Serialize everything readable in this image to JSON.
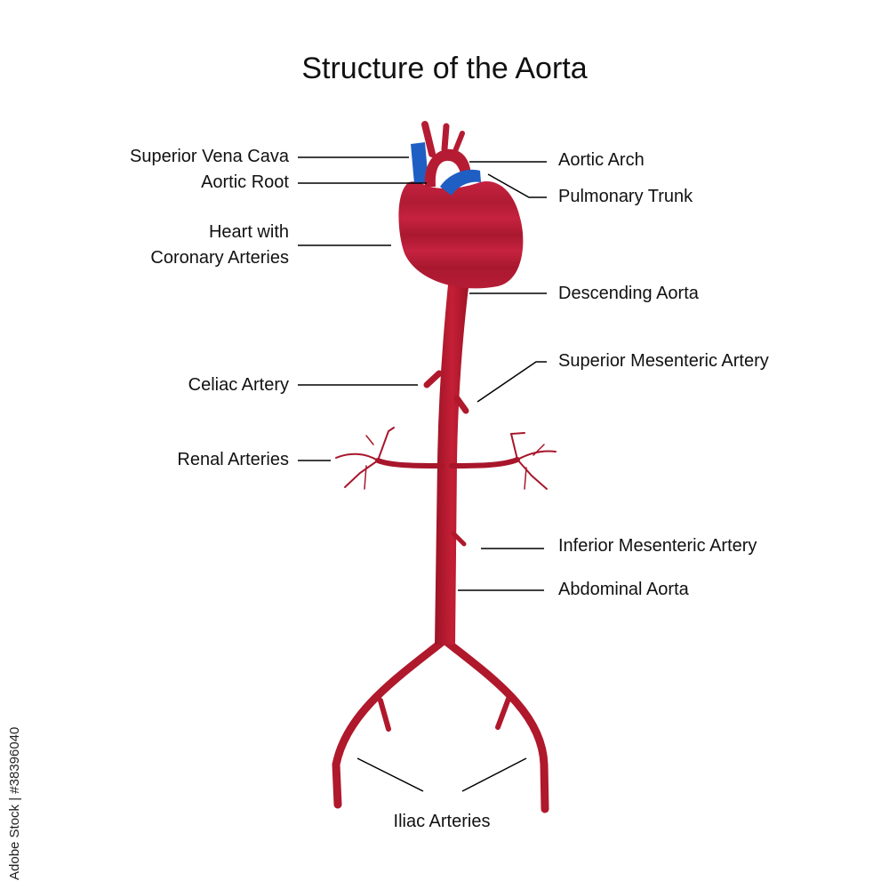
{
  "title": "Structure of the Aorta",
  "labels": {
    "superior_vena_cava": "Superior Vena Cava",
    "aortic_root": "Aortic Root",
    "heart_line1": "Heart with",
    "heart_line2": "Coronary Arteries",
    "celiac_artery": "Celiac Artery",
    "renal_arteries": "Renal Arteries",
    "aortic_arch": "Aortic Arch",
    "pulmonary_trunk": "Pulmonary Trunk",
    "descending_aorta": "Descending Aorta",
    "superior_mesenteric_artery": "Superior Mesenteric Artery",
    "inferior_mesenteric_artery": "Inferior Mesenteric Artery",
    "abdominal_aorta": "Abdominal Aorta",
    "iliac_arteries": "Iliac Arteries"
  },
  "watermark_id": "Adobe Stock | #38396040",
  "colors": {
    "artery_red": "#b0182c",
    "heart_red": "#c0203a",
    "vein_blue": "#1f5fc4",
    "leader_line": "#000000"
  }
}
